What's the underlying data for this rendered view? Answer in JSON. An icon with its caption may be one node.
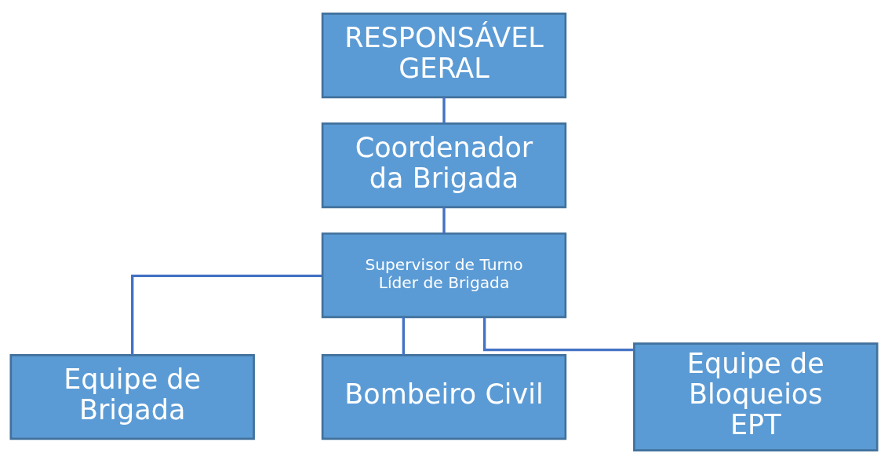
{
  "diagram": {
    "nodes": [
      {
        "text": [
          "RESPONSÁVEL GERAL"
        ]
      },
      {
        "text": [
          "Coordenador da Brigada"
        ]
      },
      {
        "text": [
          "Supervisor de Turno Líder de Brigada"
        ]
      },
      {
        "text": [
          "Equipe de Brigada"
        ]
      },
      {
        "text": [
          "Bombeiro Civil"
        ]
      },
      {
        "text": [
          "Equipe de Bloqueios EPT"
        ]
      }
    ],
    "edges": [
      {
        "from": 0,
        "to": 1,
        "arrow": "none"
      },
      {
        "from": 1,
        "to": 2,
        "arrow": "none"
      },
      {
        "from": 2,
        "to": 3,
        "arrow": "none"
      },
      {
        "from": 2,
        "to": 4,
        "arrow": "none"
      },
      {
        "from": 2,
        "to": 5,
        "arrow": "none"
      }
    ]
  }
}
